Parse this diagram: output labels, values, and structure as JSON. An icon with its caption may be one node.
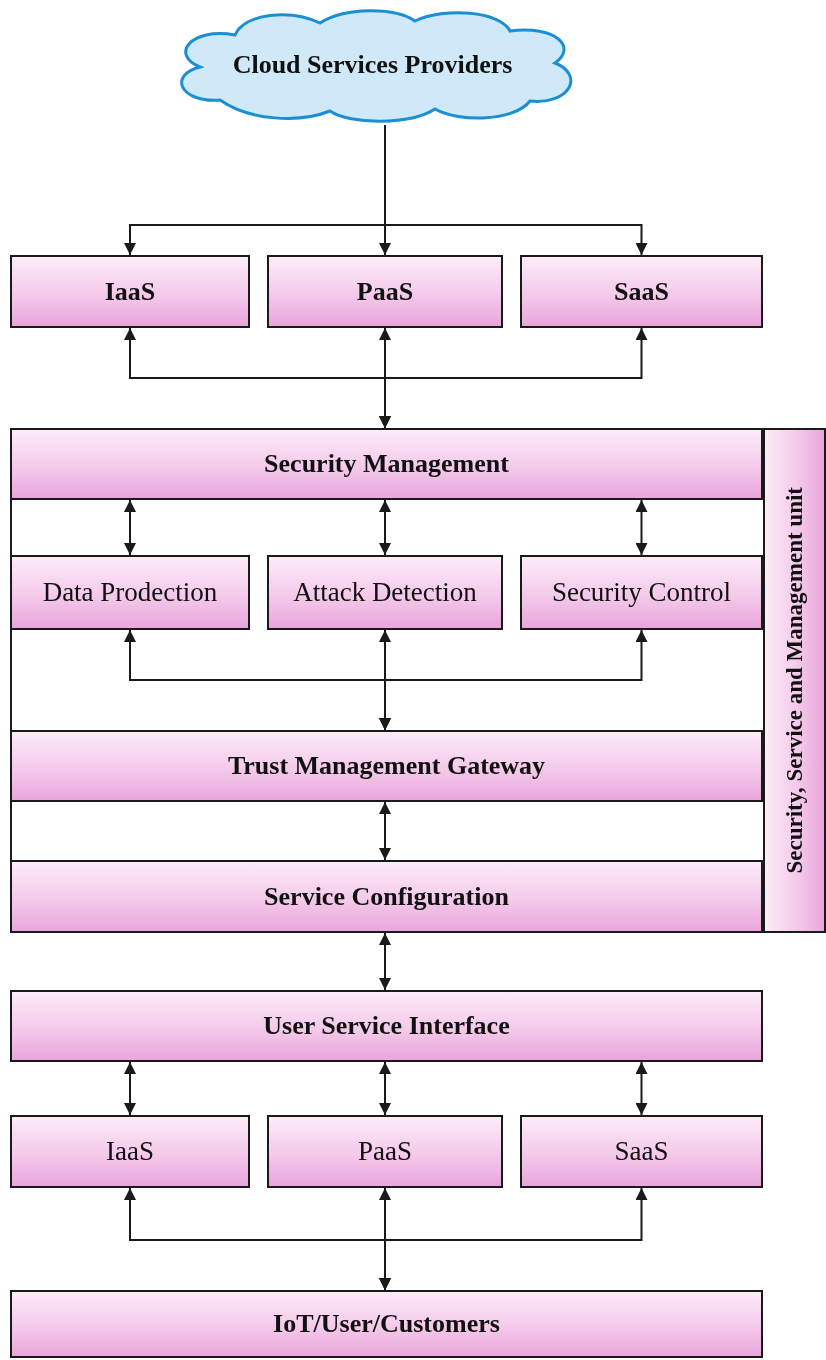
{
  "diagram": {
    "nodes": [
      {
        "text": [
          "Cloud Services Providers"
        ]
      },
      {
        "text": [
          "IaaS"
        ]
      },
      {
        "text": [
          "PaaS"
        ]
      },
      {
        "text": [
          "SaaS"
        ]
      },
      {
        "text": [
          "Security, Service and Management unit"
        ]
      },
      {
        "text": [
          "Security Management"
        ],
        "in": 4
      },
      {
        "text": [
          "Data Prodection"
        ],
        "in": 4
      },
      {
        "text": [
          "Attack Detection"
        ],
        "in": 4
      },
      {
        "text": [
          "Security Control"
        ],
        "in": 4
      },
      {
        "text": [
          "Trust Management Gateway"
        ],
        "in": 4
      },
      {
        "text": [
          "Service Configuration"
        ],
        "in": 4
      },
      {
        "text": [
          "User Service Interface"
        ]
      },
      {
        "text": [
          "IaaS"
        ]
      },
      {
        "text": [
          "PaaS"
        ]
      },
      {
        "text": [
          "SaaS"
        ]
      },
      {
        "text": [
          "IoT/User/Customers"
        ]
      }
    ],
    "edges": [
      {
        "from": 0,
        "to": 1,
        "arrow": "to"
      },
      {
        "from": 0,
        "to": 2,
        "arrow": "to"
      },
      {
        "from": 0,
        "to": 3,
        "arrow": "to"
      },
      {
        "from": 1,
        "to": 5,
        "arrow": "both"
      },
      {
        "from": 2,
        "to": 5,
        "arrow": "both"
      },
      {
        "from": 3,
        "to": 5,
        "arrow": "both"
      },
      {
        "from": 5,
        "to": 6,
        "arrow": "both"
      },
      {
        "from": 5,
        "to": 7,
        "arrow": "both"
      },
      {
        "from": 5,
        "to": 8,
        "arrow": "both"
      },
      {
        "from": 6,
        "to": 9,
        "arrow": "both"
      },
      {
        "from": 7,
        "to": 9,
        "arrow": "both"
      },
      {
        "from": 8,
        "to": 9,
        "arrow": "both"
      },
      {
        "from": 9,
        "to": 10,
        "arrow": "both"
      },
      {
        "from": 10,
        "to": 11,
        "arrow": "both"
      },
      {
        "from": 11,
        "to": 12,
        "arrow": "both"
      },
      {
        "from": 11,
        "to": 13,
        "arrow": "both"
      },
      {
        "from": 11,
        "to": 14,
        "arrow": "both"
      },
      {
        "from": 12,
        "to": 15,
        "arrow": "both"
      },
      {
        "from": 13,
        "to": 15,
        "arrow": "both"
      },
      {
        "from": 14,
        "to": 15,
        "arrow": "both"
      }
    ]
  }
}
